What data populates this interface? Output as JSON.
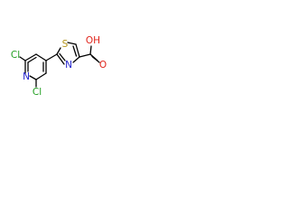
{
  "molecule": {
    "atoms": {
      "cl_top": "Cl",
      "n_pyridine": "N",
      "cl_bottom": "Cl",
      "s_thiazole": "S",
      "n_thiazole": "N",
      "oh": "OH",
      "o_carbonyl": "O"
    },
    "colors": {
      "bond": "#000000",
      "chlorine": "#1f9e1f",
      "nitrogen": "#1f1fcc",
      "sulfur": "#b3941a",
      "oxygen": "#e0241b"
    }
  }
}
